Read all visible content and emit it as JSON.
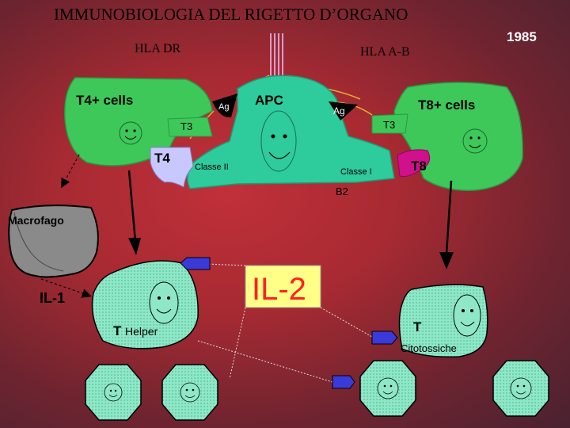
{
  "title": "IMMUNOBIOLOGIA DEL RIGETTO D’ORGANO",
  "year": "1985",
  "labels": {
    "hla_dr": "HLA  DR",
    "hla_ab": "HLA  A-B",
    "t4_cells": "T4+ cells",
    "apc": "APC",
    "t8_cells": "T8+ cells",
    "ag_left": "Ag",
    "ag_right": "Ag",
    "t3_left": "T3",
    "t3_right": "T3",
    "t4": "T4",
    "classe_ii": "Classe II",
    "classe_i": "Classe I",
    "t8": "T8",
    "b2": "B2",
    "macrofago": "Macrofago",
    "il1": "IL-1",
    "il2": "IL-2",
    "t_helper_t": "T",
    "t_helper_word": "Helper",
    "t_cito_t": "T",
    "citotossiche": "Citotossiche"
  },
  "colors": {
    "cell_green": "#3ec85a",
    "apc_teal": "#2ecb9c",
    "macrophage_gray": "#8a8a8a",
    "helper_pale": "#9ef0d8",
    "t4_receptor": "#c8c8ff",
    "t8_receptor": "#d0108c",
    "ag_black": "#000000",
    "arrow_blue": "#3a3ad8",
    "il2_text": "#ff2020",
    "box_yellow": "#ffff88"
  },
  "icons": [
    "smiley-face-icon",
    "down-arrow-icon",
    "blue-pentagon-arrow-icon"
  ]
}
